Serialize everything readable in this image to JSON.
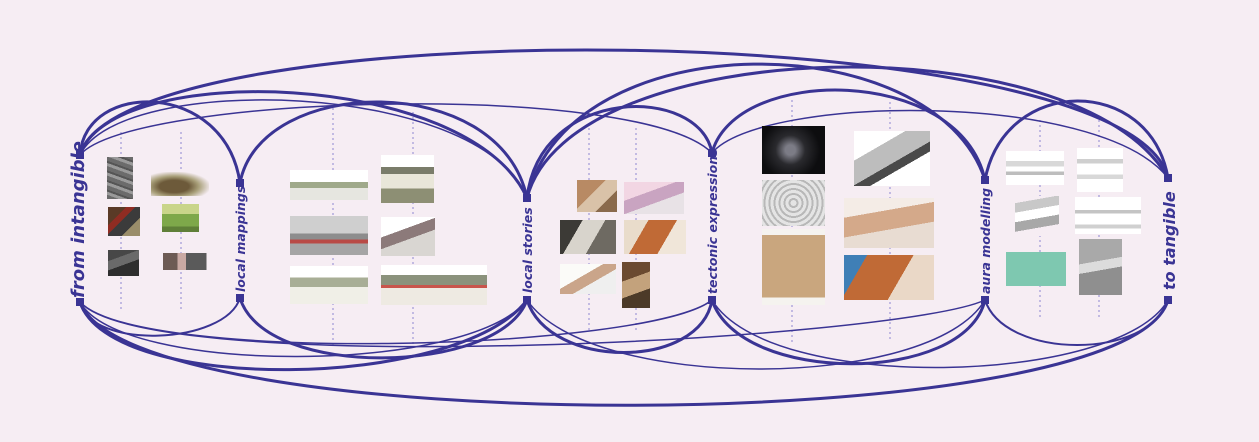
{
  "colors": {
    "background": "#f6edf3",
    "line": "#3a3494",
    "dash": "#8d86d0"
  },
  "nodes": [
    {
      "id": "from-intangible",
      "label": "from intangible"
    },
    {
      "id": "local-mappings",
      "label": "local mappings"
    },
    {
      "id": "local-stories",
      "label": "local stories"
    },
    {
      "id": "tectonic-expressions",
      "label": "tectonic expressions"
    },
    {
      "id": "aura-modelling",
      "label": "aura modelling"
    },
    {
      "id": "to-tangible",
      "label": "to tangible"
    }
  ],
  "connections": [
    [
      "from-intangible",
      "local-mappings"
    ],
    [
      "from-intangible",
      "local-stories"
    ],
    [
      "from-intangible",
      "tectonic-expressions"
    ],
    [
      "from-intangible",
      "aura-modelling"
    ],
    [
      "from-intangible",
      "to-tangible"
    ],
    [
      "local-mappings",
      "local-stories"
    ],
    [
      "local-stories",
      "tectonic-expressions"
    ],
    [
      "local-stories",
      "aura-modelling"
    ],
    [
      "local-stories",
      "to-tangible"
    ],
    [
      "tectonic-expressions",
      "aura-modelling"
    ],
    [
      "aura-modelling",
      "to-tangible"
    ]
  ],
  "image_groups": [
    {
      "stage": "from-intangible",
      "images": [
        "stone-wall-photo",
        "cart-photo",
        "village-photo",
        "field-photo",
        "rooftops-photo",
        "street-photo"
      ]
    },
    {
      "stage": "local-mappings",
      "images": [
        "cutout-strip-1",
        "cutout-strip-2",
        "cutout-strip-3",
        "cutout-strip-4",
        "cutout-strip-5",
        "cutout-strip-6"
      ]
    },
    {
      "stage": "local-stories",
      "images": [
        "hands-clay-photo",
        "pink-model-photo",
        "workshop-photo",
        "copper-model-photo",
        "hand-writing-photo",
        "hands-weaving-photo"
      ]
    },
    {
      "stage": "tectonic-expressions",
      "images": [
        "dark-particle-render",
        "white-cell-render",
        "tall-structure-render",
        "white-form-render",
        "sculpture-model-photo",
        "copper-hands-photo"
      ]
    },
    {
      "stage": "aura-modelling",
      "images": [
        "sketch-drawing-1",
        "sketch-drawing-2",
        "sketch-drawing-3",
        "sketch-drawing-4",
        "mint-panel-drawing",
        "grey-panel-drawing"
      ]
    }
  ]
}
